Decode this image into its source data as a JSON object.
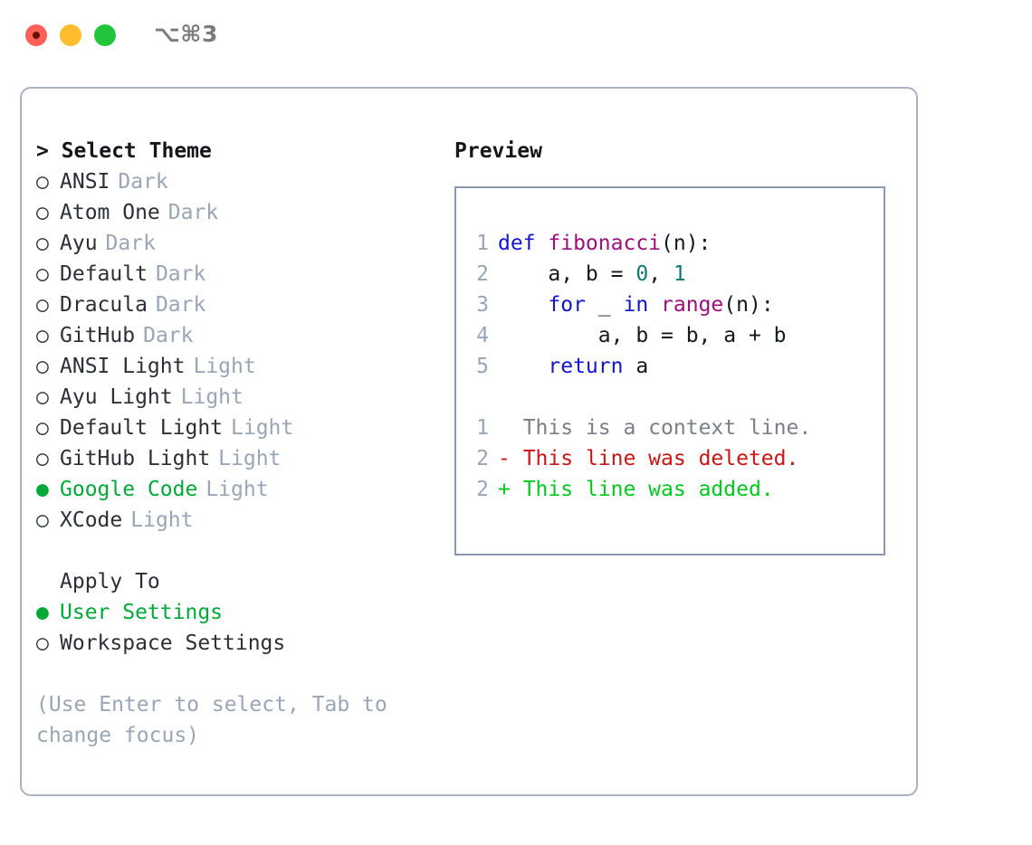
{
  "window": {
    "title": "⌥⌘3",
    "traffic_lights": [
      {
        "name": "close",
        "color": "#ff6058"
      },
      {
        "name": "minimize",
        "color": "#ffbd2e"
      },
      {
        "name": "maximize",
        "color": "#21c53c"
      }
    ]
  },
  "theme_panel": {
    "heading": "> Select Theme",
    "marker_unselected": "○",
    "marker_selected": "●",
    "selected_color": "#00a838",
    "options": [
      {
        "label": "ANSI",
        "variant": "Dark",
        "selected": false
      },
      {
        "label": "Atom One",
        "variant": "Dark",
        "selected": false
      },
      {
        "label": "Ayu",
        "variant": "Dark",
        "selected": false
      },
      {
        "label": "Default",
        "variant": "Dark",
        "selected": false
      },
      {
        "label": "Dracula",
        "variant": "Dark",
        "selected": false
      },
      {
        "label": "GitHub",
        "variant": "Dark",
        "selected": false
      },
      {
        "label": "ANSI Light",
        "variant": "Light",
        "selected": false
      },
      {
        "label": "Ayu Light",
        "variant": "Light",
        "selected": false
      },
      {
        "label": "Default Light",
        "variant": "Light",
        "selected": false
      },
      {
        "label": "GitHub Light",
        "variant": "Light",
        "selected": false
      },
      {
        "label": "Google Code",
        "variant": "Light",
        "selected": true
      },
      {
        "label": "XCode",
        "variant": "Light",
        "selected": false
      }
    ]
  },
  "apply_to": {
    "heading": "Apply To",
    "options": [
      {
        "label": "User Settings",
        "selected": true
      },
      {
        "label": "Workspace Settings",
        "selected": false
      }
    ]
  },
  "hint": "(Use Enter to select, Tab to change focus)",
  "preview": {
    "heading": "Preview",
    "code_lines": [
      {
        "n": "1",
        "tokens": [
          {
            "t": "def ",
            "c": "kw"
          },
          {
            "t": "fibonacci",
            "c": "fn"
          },
          {
            "t": "(n):",
            "c": "txt"
          }
        ]
      },
      {
        "n": "2",
        "tokens": [
          {
            "t": "    a, b = ",
            "c": "txt"
          },
          {
            "t": "0",
            "c": "num"
          },
          {
            "t": ", ",
            "c": "txt"
          },
          {
            "t": "1",
            "c": "num"
          }
        ]
      },
      {
        "n": "3",
        "tokens": [
          {
            "t": "    ",
            "c": "txt"
          },
          {
            "t": "for",
            "c": "kw"
          },
          {
            "t": " _ ",
            "c": "txt"
          },
          {
            "t": "in",
            "c": "kw"
          },
          {
            "t": " ",
            "c": "txt"
          },
          {
            "t": "range",
            "c": "fn"
          },
          {
            "t": "(n):",
            "c": "txt"
          }
        ]
      },
      {
        "n": "4",
        "tokens": [
          {
            "t": "        a, b = b, a + b",
            "c": "txt"
          }
        ]
      },
      {
        "n": "5",
        "tokens": [
          {
            "t": "    ",
            "c": "txt"
          },
          {
            "t": "return",
            "c": "kw"
          },
          {
            "t": " a",
            "c": "txt"
          }
        ]
      }
    ],
    "diff_lines": [
      {
        "n": "1",
        "marker": " ",
        "text": "This is a context line.",
        "kind": "ctx"
      },
      {
        "n": "2",
        "marker": "-",
        "text": "This line was deleted.",
        "kind": "del"
      },
      {
        "n": "2",
        "marker": "+",
        "text": "This line was added.",
        "kind": "add"
      }
    ]
  },
  "colors": {
    "keyword": "#1414d0",
    "function": "#9c0f7c",
    "number": "#0f7a72",
    "text": "#15181d",
    "context": "#7a7f88",
    "deleted": "#cc1414",
    "added": "#00c81e",
    "muted": "#9aa5b6",
    "border": "#a8b2c1"
  }
}
